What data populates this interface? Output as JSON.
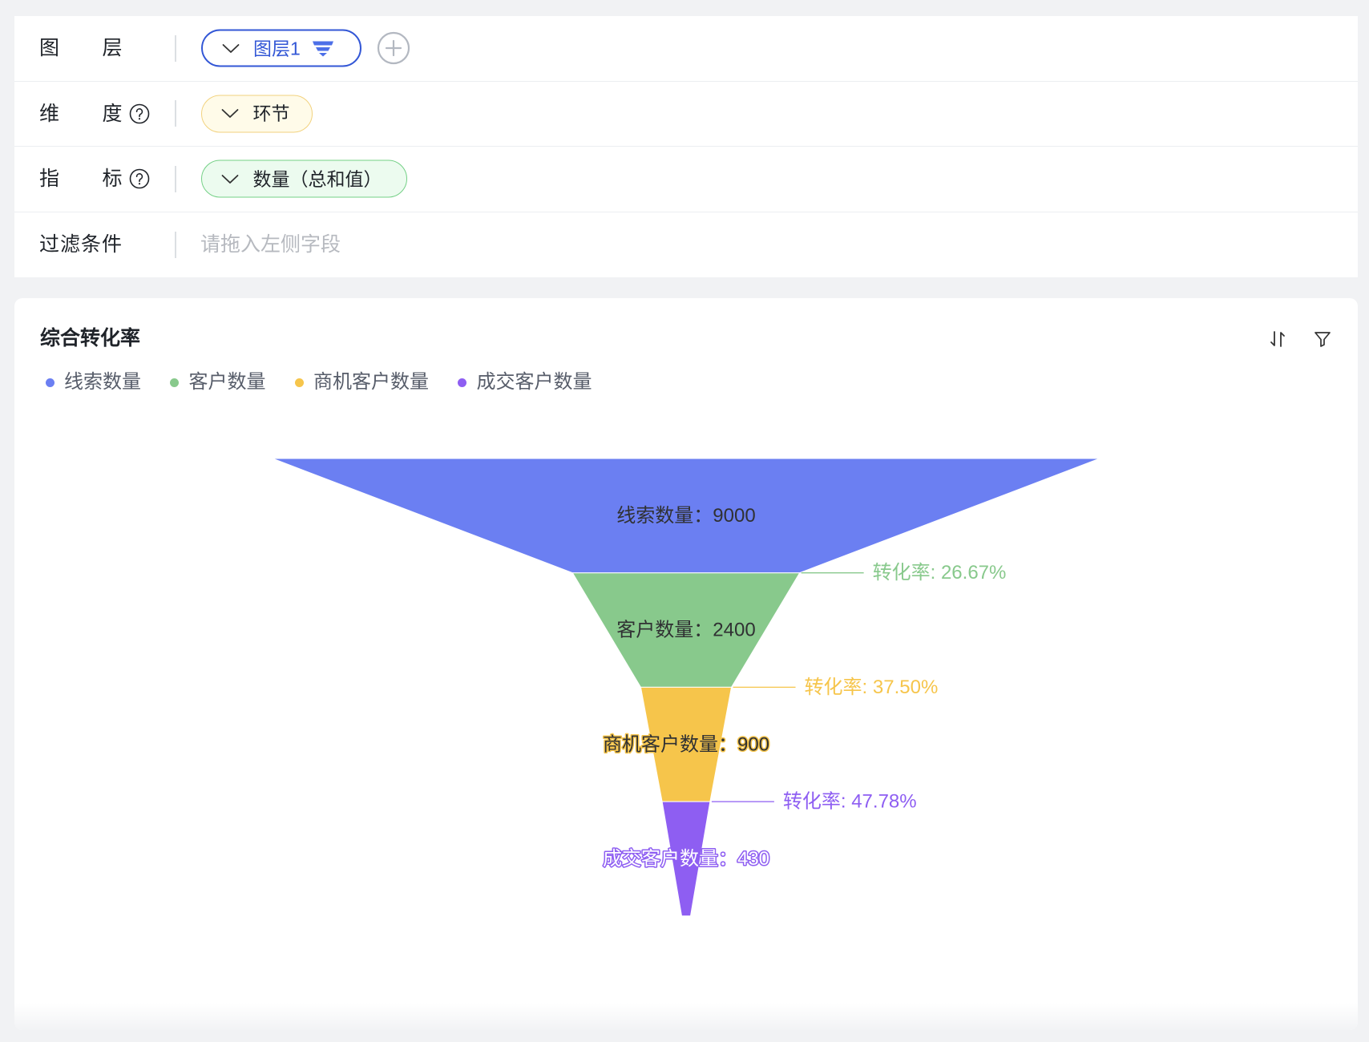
{
  "theme": {
    "layer_chip_color": "#3357d6",
    "dimension_chip_bg": "#fffbe9",
    "dimension_chip_border": "#f2d27e",
    "metric_chip_bg": "#ecfbef",
    "metric_chip_border": "#74d086"
  },
  "config": {
    "layer": {
      "label": "图层",
      "chip_label": "图层1",
      "chip_toggle_icon": "chevron-down-icon",
      "chip_type_icon": "funnel-chart-icon",
      "add_icon": "plus-circle-icon"
    },
    "dimension": {
      "label": "维度",
      "help_icon": "question-circle-icon",
      "chip_toggle_icon": "chevron-down-icon",
      "chip_label": "环节"
    },
    "metric": {
      "label": "指标",
      "help_icon": "question-circle-icon",
      "chip_toggle_icon": "chevron-down-icon",
      "chip_label": "数量（总和值）"
    },
    "filter": {
      "label": "过滤条件",
      "placeholder": "请拖入左侧字段"
    }
  },
  "chart_card": {
    "sort_icon": "sort-icon",
    "filter_icon": "filter-icon"
  },
  "chart_data": {
    "type": "bar",
    "title": "综合转化率",
    "categories": [
      "线索数量",
      "客户数量",
      "商机客户数量",
      "成交客户数量"
    ],
    "values": [
      9000,
      2400,
      900,
      430
    ],
    "data_labels": [
      "线索数量：9000",
      "客户数量：2400",
      "商机客户数量：900",
      "成交客户数量：430"
    ],
    "conversion_labels": [
      "转化率: 26.67%",
      "转化率: 37.50%",
      "转化率: 47.78%"
    ],
    "colors": [
      "#6b7ff2",
      "#88c98c",
      "#f6c54b",
      "#8e5ef2"
    ],
    "label_text_colors": [
      "#303133",
      "#303133",
      "#303133",
      "#ffffff"
    ],
    "legend": "top-left"
  }
}
